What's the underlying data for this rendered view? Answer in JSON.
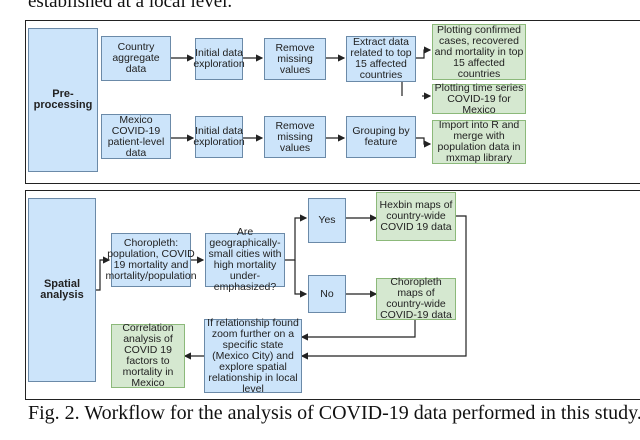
{
  "top_text": "established at a local level.",
  "preprocessing": {
    "label": "Pre-processing",
    "row1": [
      "Country aggregate data",
      "Initial data exploration",
      "Remove missing values",
      "Extract data related to top 15 affected countries"
    ],
    "row2": [
      "Mexico COVID-19 patient-level data",
      "Initial data exploration",
      "Remove missing values",
      "Grouping by feature"
    ],
    "outputs": [
      "Plotting confirmed cases, recovered and mortality in top 15 affected countries",
      "Plotting time series COVID-19 for Mexico",
      "Import into R and merge with population data in mxmap library"
    ]
  },
  "spatial": {
    "label": "Spatial analysis",
    "choropleth": "Choropleth: population, COVID 19 mortality and mortality/population",
    "question": "Are geographically-small cities with high mortality under-emphasized?",
    "yes": "Yes",
    "no": "No",
    "hexbin": "Hexbin maps of country-wide COVID 19 data",
    "choro_maps": "Choropleth maps of country-wide COVID-19 data",
    "relationship": "If relationship found zoom further on a specific state (Mexico City) and explore spatial relationship in local level",
    "correlation": "Correlation analysis of COVID 19 factors to mortality in Mexico"
  },
  "caption": "Fig. 2. Workflow for the analysis of COVID-19 data performed in this study."
}
